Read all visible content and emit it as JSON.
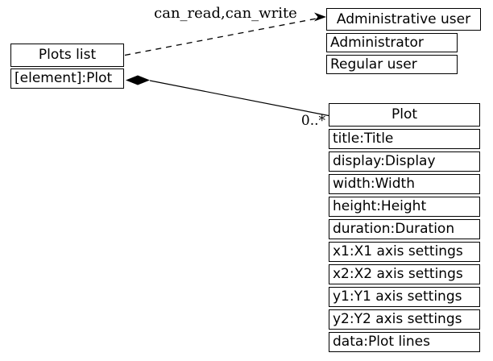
{
  "diagram": {
    "type": "uml-class-diagram",
    "background": "#ffffff",
    "line_color": "#000000",
    "text_color": "#000000",
    "nodes": {
      "plots_list": {
        "title": "Plots list",
        "rows": [
          "[element]:Plot"
        ]
      },
      "admin_user": {
        "title": "Administrative user",
        "rows": [
          "Administrator",
          "Regular user"
        ]
      },
      "plot": {
        "title": "Plot",
        "rows": [
          "title:Title",
          "display:Display",
          "width:Width",
          "height:Height",
          "duration:Duration",
          "x1:X1 axis settings",
          "x2:X2 axis settings",
          "y1:Y1 axis settings",
          "y2:Y2 axis settings",
          "data:Plot lines"
        ]
      }
    },
    "edges": {
      "dependency": {
        "label": "can_read,can_write",
        "style": "dashed",
        "from": "Plots list",
        "to": "Administrative user",
        "arrowhead_icon": "open-vee-arrowhead"
      },
      "composition": {
        "multiplicity": "0..*",
        "style": "solid",
        "from": "Plots list",
        "to": "Plot",
        "tail_icon": "filled-diamond"
      }
    }
  }
}
